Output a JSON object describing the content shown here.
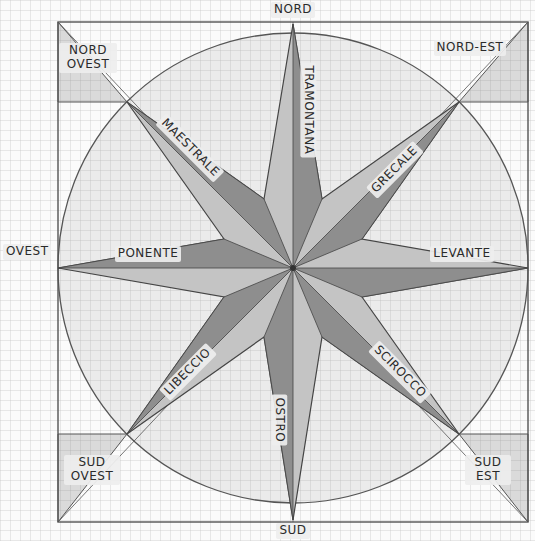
{
  "diagram": {
    "labels": [
      "NORD",
      "NORD OVEST",
      "NORD-EST",
      "TRAMONTANA",
      "MAESTRALE",
      "GRECALE",
      "OVEST",
      "PONENTE",
      "LEVANTE",
      "LIBECCIO",
      "SCIROCCO",
      "OSTRO",
      "SUD OVEST",
      "SUD EST",
      "SUD"
    ]
  }
}
